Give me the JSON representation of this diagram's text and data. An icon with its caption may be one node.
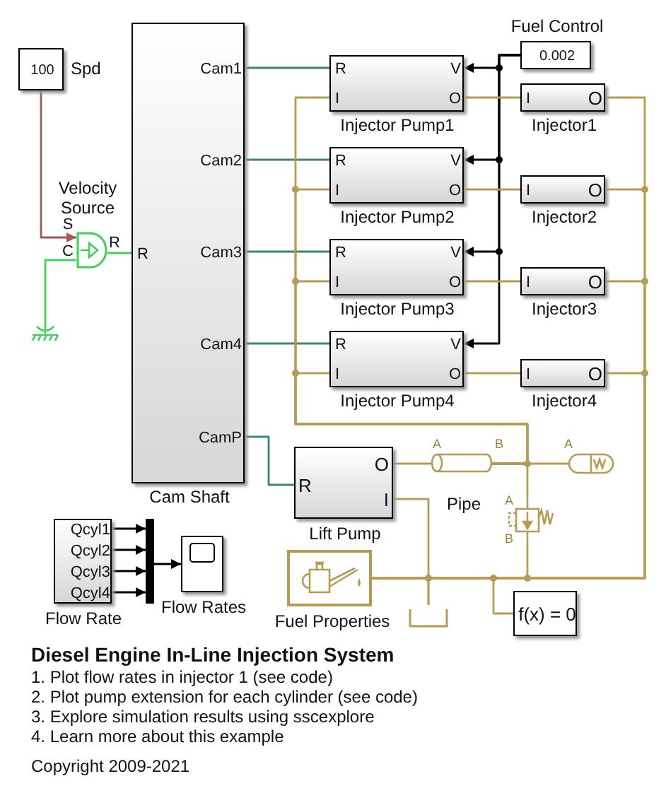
{
  "diagram": {
    "title": "Diesel Engine In-Line Injection System",
    "nodes": [
      {
        "text": [
          "100",
          "Spd"
        ]
      },
      {
        "text": [
          "Velocity Source",
          "S",
          "C",
          "R"
        ]
      },
      {
        "text": [],
        "shape": "ground"
      },
      {
        "text": [
          "R",
          "Cam1",
          "Cam2",
          "Cam3",
          "Cam4",
          "CamP",
          "Cam Shaft"
        ]
      },
      {
        "text": [
          "R",
          "V",
          "I",
          "O",
          "Injector Pump1"
        ]
      },
      {
        "text": [
          "R",
          "V",
          "I",
          "O",
          "Injector Pump2"
        ]
      },
      {
        "text": [
          "R",
          "V",
          "I",
          "O",
          "Injector Pump3"
        ]
      },
      {
        "text": [
          "R",
          "V",
          "I",
          "O",
          "Injector Pump4"
        ]
      },
      {
        "text": [
          "Fuel Control",
          "0.002"
        ]
      },
      {
        "text": [
          "I",
          "O",
          "Injector1"
        ]
      },
      {
        "text": [
          "I",
          "O",
          "Injector2"
        ]
      },
      {
        "text": [
          "I",
          "O",
          "Injector3"
        ]
      },
      {
        "text": [
          "I",
          "O",
          "Injector4"
        ]
      },
      {
        "text": [
          "R",
          "O",
          "I",
          "Lift Pump"
        ]
      },
      {
        "text": [
          "A",
          "B",
          "Pipe"
        ]
      },
      {
        "text": [
          "A"
        ]
      },
      {
        "text": [
          "A",
          "B"
        ]
      },
      {
        "text": [
          "Fuel Properties"
        ]
      },
      {
        "text": [],
        "shape": "tank"
      },
      {
        "text": [
          "f(x) = 0"
        ]
      },
      {
        "text": [
          "Qcyl1",
          "Qcyl2",
          "Qcyl3",
          "Qcyl4",
          "Flow Rate"
        ]
      },
      {
        "text": [],
        "shape": "bar"
      },
      {
        "text": [
          "Flow Rates"
        ]
      }
    ],
    "edges": [
      {
        "from": 0,
        "to": 1,
        "arrow": "to",
        "color": "#a05a5a"
      },
      {
        "from": 1,
        "to": 2,
        "arrow": "none",
        "color": "#3fcf5a"
      },
      {
        "from": 1,
        "to": 3,
        "arrow": "none",
        "color": "#3fcf5a"
      },
      {
        "from": 3,
        "to": 4,
        "arrow": "none",
        "color": "#3d8a63"
      },
      {
        "from": 3,
        "to": 5,
        "arrow": "none",
        "color": "#3d8a63"
      },
      {
        "from": 3,
        "to": 6,
        "arrow": "none",
        "color": "#3d8a63"
      },
      {
        "from": 3,
        "to": 7,
        "arrow": "none",
        "color": "#3d8a63"
      },
      {
        "from": 3,
        "to": 13,
        "arrow": "none",
        "color": "#3d8a63"
      },
      {
        "from": 8,
        "to": 4,
        "arrow": "to",
        "color": "#000000"
      },
      {
        "from": 8,
        "to": 5,
        "arrow": "to",
        "color": "#000000"
      },
      {
        "from": 8,
        "to": 6,
        "arrow": "to",
        "color": "#000000"
      },
      {
        "from": 8,
        "to": 7,
        "arrow": "to",
        "color": "#000000"
      },
      {
        "from": 4,
        "to": 9,
        "arrow": "none"
      },
      {
        "from": 5,
        "to": 10,
        "arrow": "none"
      },
      {
        "from": 6,
        "to": 11,
        "arrow": "none"
      },
      {
        "from": 7,
        "to": 12,
        "arrow": "none"
      },
      {
        "from": 14,
        "to": 4,
        "arrow": "none"
      },
      {
        "from": 14,
        "to": 5,
        "arrow": "none"
      },
      {
        "from": 14,
        "to": 6,
        "arrow": "none"
      },
      {
        "from": 14,
        "to": 7,
        "arrow": "none"
      },
      {
        "from": 13,
        "to": 14,
        "arrow": "none"
      },
      {
        "from": 14,
        "to": 15,
        "arrow": "none"
      },
      {
        "from": 14,
        "to": 16,
        "arrow": "none"
      },
      {
        "from": 13,
        "to": 18,
        "arrow": "none"
      },
      {
        "from": 17,
        "to": 18,
        "arrow": "none"
      },
      {
        "from": 17,
        "to": 19,
        "arrow": "none"
      },
      {
        "from": 9,
        "to": 17,
        "arrow": "none"
      },
      {
        "from": 10,
        "to": 17,
        "arrow": "none"
      },
      {
        "from": 11,
        "to": 17,
        "arrow": "none"
      },
      {
        "from": 12,
        "to": 17,
        "arrow": "none"
      },
      {
        "from": 16,
        "to": 17,
        "arrow": "none"
      },
      {
        "from": 20,
        "to": 21,
        "arrow": "to",
        "color": "#000000"
      },
      {
        "from": 20,
        "to": 21,
        "arrow": "to",
        "color": "#000000"
      },
      {
        "from": 20,
        "to": 21,
        "arrow": "to",
        "color": "#000000"
      },
      {
        "from": 20,
        "to": 21,
        "arrow": "to",
        "color": "#000000"
      },
      {
        "from": 21,
        "to": 22,
        "arrow": "to",
        "color": "#000000"
      }
    ],
    "labels": [
      "1. Plot flow rates in injector 1 (see code)",
      "2. Plot pump extension for each cylinder (see code)",
      "3. Explore simulation results using sscexplore",
      "4. Learn more about this example",
      "Copyright 2009-2021"
    ]
  }
}
